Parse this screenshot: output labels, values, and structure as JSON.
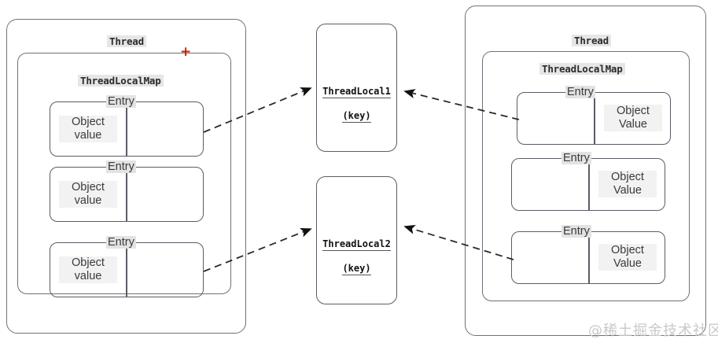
{
  "diagram": {
    "title_alt": "ThreadLocal / ThreadLocalMap relationship diagram",
    "colors": {
      "border": "#6b6b73",
      "label_highlight": "#e6e6e6",
      "text": "#2b2b2b",
      "marker": "#cc2200",
      "watermark": "#c9c9c9"
    }
  },
  "left_thread": {
    "thread_label": "Thread",
    "map_label": "ThreadLocalMap",
    "entries": [
      {
        "entry_label": "Entry",
        "value_text": "Object\nvalue",
        "value_side": "left"
      },
      {
        "entry_label": "Entry",
        "value_text": "Object\nvalue",
        "value_side": "left"
      },
      {
        "entry_label": "Entry",
        "value_text": "Object\nvalue",
        "value_side": "left"
      }
    ]
  },
  "right_thread": {
    "thread_label": "Thread",
    "map_label": "ThreadLocalMap",
    "entries": [
      {
        "entry_label": "Entry",
        "value_text": "Object\nValue",
        "value_side": "right"
      },
      {
        "entry_label": "Entry",
        "value_text": "Object\nValue",
        "value_side": "right"
      },
      {
        "entry_label": "Entry",
        "value_text": "Object\nValue",
        "value_side": "right"
      }
    ]
  },
  "threadlocals": [
    {
      "name": "ThreadLocal1",
      "role": "(key)"
    },
    {
      "name": "ThreadLocal2",
      "role": "(key)"
    }
  ],
  "marker": {
    "symbol": "+"
  },
  "watermark": {
    "text": "@稀土掘金技术社区"
  }
}
